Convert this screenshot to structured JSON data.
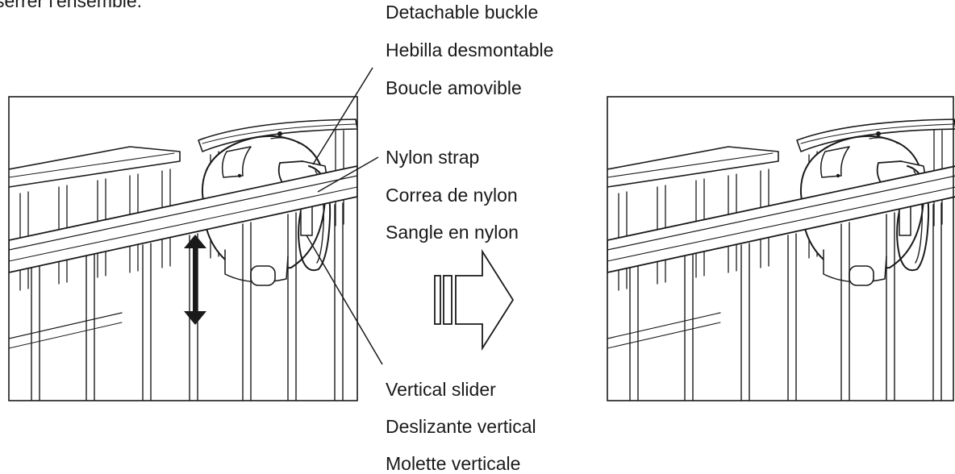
{
  "top_fragment": "serrer l'ensemble.",
  "callouts": {
    "buckle": [
      "Detachable buckle",
      "Hebilla desmontable",
      "Boucle amovible"
    ],
    "strap": [
      "Nylon strap",
      "Correa de nylon",
      "Sangle en nylon"
    ],
    "slider": [
      "Vertical slider",
      "Deslizante vertical",
      "Molette verticale"
    ]
  },
  "colors": {
    "ink": "#1a1a1a",
    "background": "#ffffff"
  },
  "icons": [
    "double-arrow-icon",
    "direction-arrow-icon"
  ]
}
